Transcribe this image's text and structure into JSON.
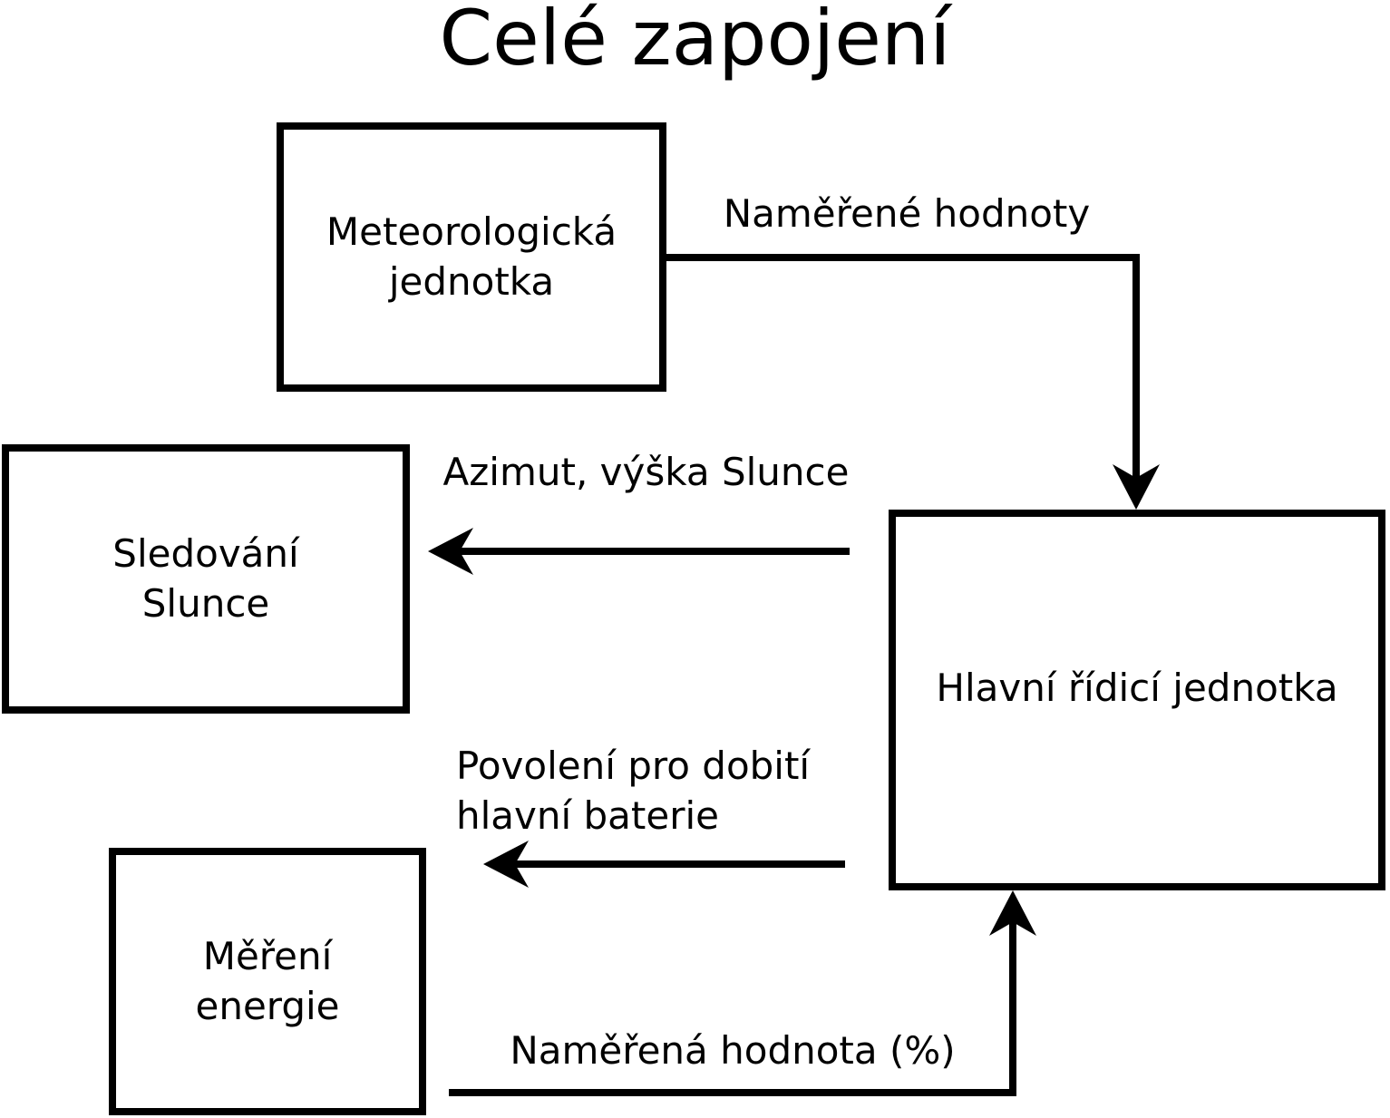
{
  "title": "Celé zapojení",
  "boxes": {
    "meteorological_unit": {
      "label": "Meteorologická\njednotka"
    },
    "sun_tracking": {
      "label": "Sledování\nSlunce"
    },
    "energy_measurement": {
      "label": "Měření\nenergie"
    },
    "main_control_unit": {
      "label": "Hlavní řídicí jednotka"
    }
  },
  "edges": {
    "measured_values": {
      "label": "Naměřené hodnoty",
      "from": "meteorological_unit",
      "to": "main_control_unit"
    },
    "azimuth_sun_height": {
      "label": "Azimut, výška Slunce",
      "from": "main_control_unit",
      "to": "sun_tracking"
    },
    "battery_charge_permission": {
      "label": "Povolení pro dobití\nhlavní baterie",
      "from": "main_control_unit",
      "to": "energy_measurement_side"
    },
    "measured_value_percent": {
      "label": "Naměřená hodnota (%)",
      "from": "energy_measurement",
      "to": "main_control_unit"
    }
  },
  "colors": {
    "line": "#000000",
    "background": "#ffffff",
    "text": "#000000"
  }
}
